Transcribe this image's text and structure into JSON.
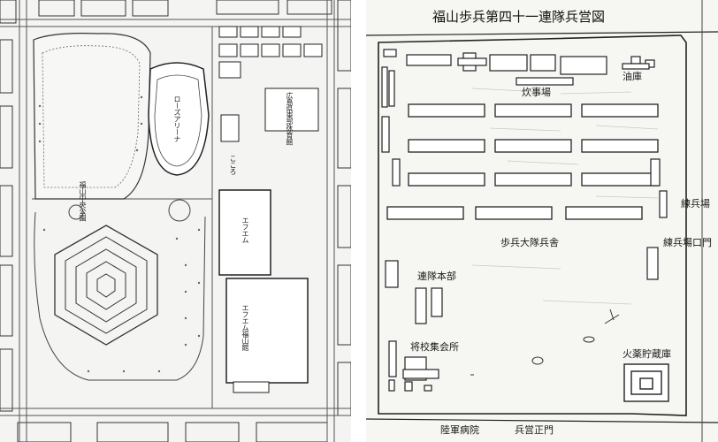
{
  "modern_map": {
    "labels": {
      "facility_1": "ローズアリーナ",
      "facility_2": "広島県東部体育館",
      "facility_3": "こころ",
      "facility_4": "エフエム",
      "facility_5": "エフエム福山館",
      "facility_6": "福山中央公園"
    }
  },
  "historic_map": {
    "title": "福山歩兵第四十一連隊兵営図",
    "labels": {
      "oil_store": "油庫",
      "kitchen": "炊事場",
      "barracks": "歩兵大隊兵舎",
      "drill_ground": "練兵場",
      "drill_gate": "練兵場口門",
      "hq": "連隊本部",
      "officers_club": "将校集会所",
      "powder_magazine": "火薬貯蔵庫",
      "hospital": "陸軍病院",
      "main_gate": "兵営正門"
    }
  }
}
